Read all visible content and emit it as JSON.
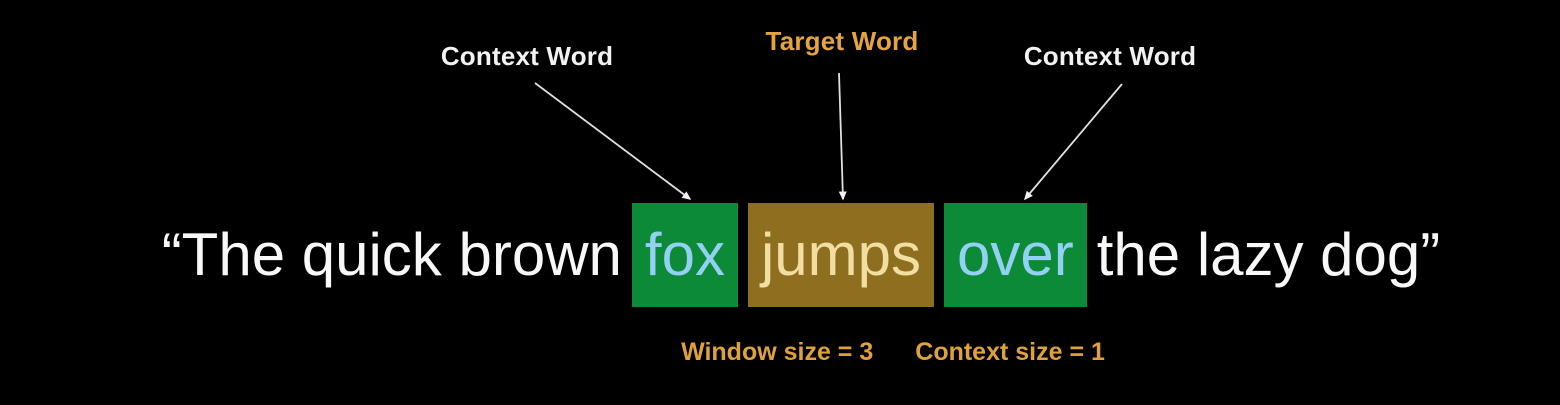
{
  "labels": {
    "context_left": "Context Word",
    "target": "Target Word",
    "context_right": "Context Word"
  },
  "sentence": {
    "before": "“The quick brown",
    "words": [
      {
        "text": "fox",
        "role": "context-word"
      },
      {
        "text": "jumps",
        "role": "target-word"
      },
      {
        "text": "over",
        "role": "context-word"
      }
    ],
    "after": "the lazy dog”"
  },
  "caption": {
    "window_size": "Window size = 3",
    "context_size": "Context size = 1"
  },
  "colors": {
    "background": "#000000",
    "sentence_text": "#F8F8F8",
    "context_box": "#0C8A37",
    "context_word_text": "#92D0F4",
    "target_box": "#8E6F20",
    "target_word_text": "#F1DEA0",
    "accent_orange": "#E4A440",
    "caption_orange": "#DFA13D",
    "arrow": "#E0E0E0"
  }
}
